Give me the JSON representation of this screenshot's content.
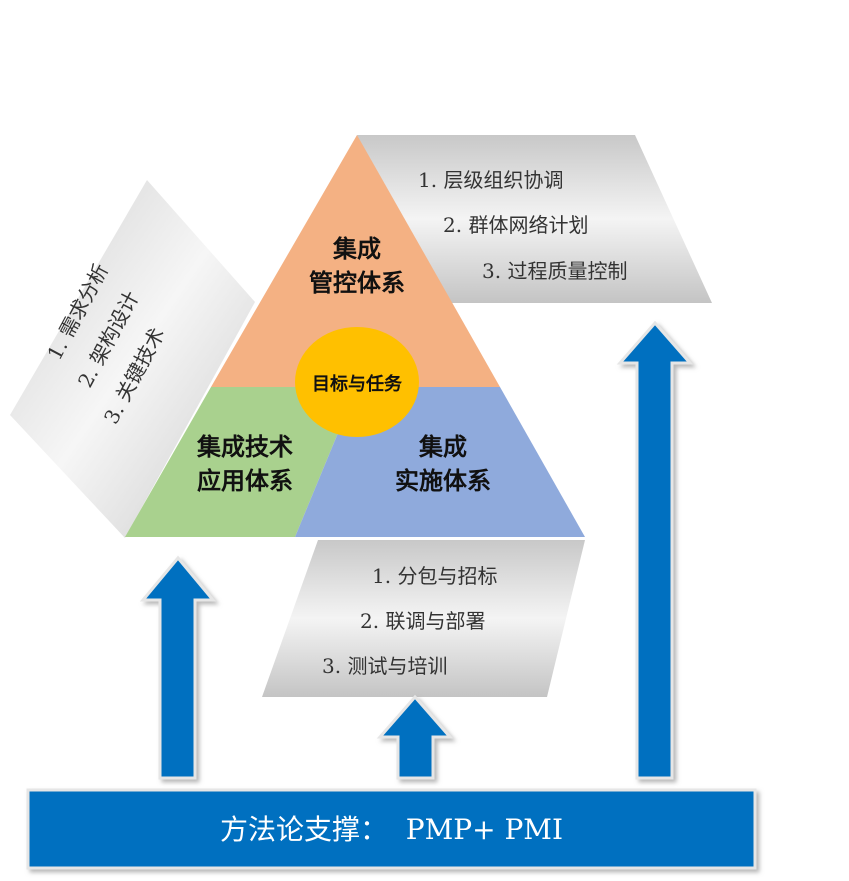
{
  "colors": {
    "management": "#F4B183",
    "technology": "#A9D18E",
    "implementation": "#8FAADC",
    "core": "#FFC000",
    "arrow": "#0070C0",
    "bar": "#0070C0"
  },
  "triangle": {
    "management": [
      "集成",
      "管控体系"
    ],
    "technology": [
      "集成技术",
      "应用体系"
    ],
    "implementation": [
      "集成",
      "实施体系"
    ],
    "core": "目标与任务"
  },
  "panels": {
    "top_right": [
      "1. 层级组织协调",
      "2. 群体网络计划",
      "3. 过程质量控制"
    ],
    "left": [
      "1. 需求分析",
      "2. 架构设计",
      "3. 关键技术"
    ],
    "bottom": [
      "1. 分包与招标",
      "2. 联调与部署",
      "3. 测试与培训"
    ]
  },
  "footer": {
    "label": "方法论支撑：  PMP+ PMI"
  }
}
